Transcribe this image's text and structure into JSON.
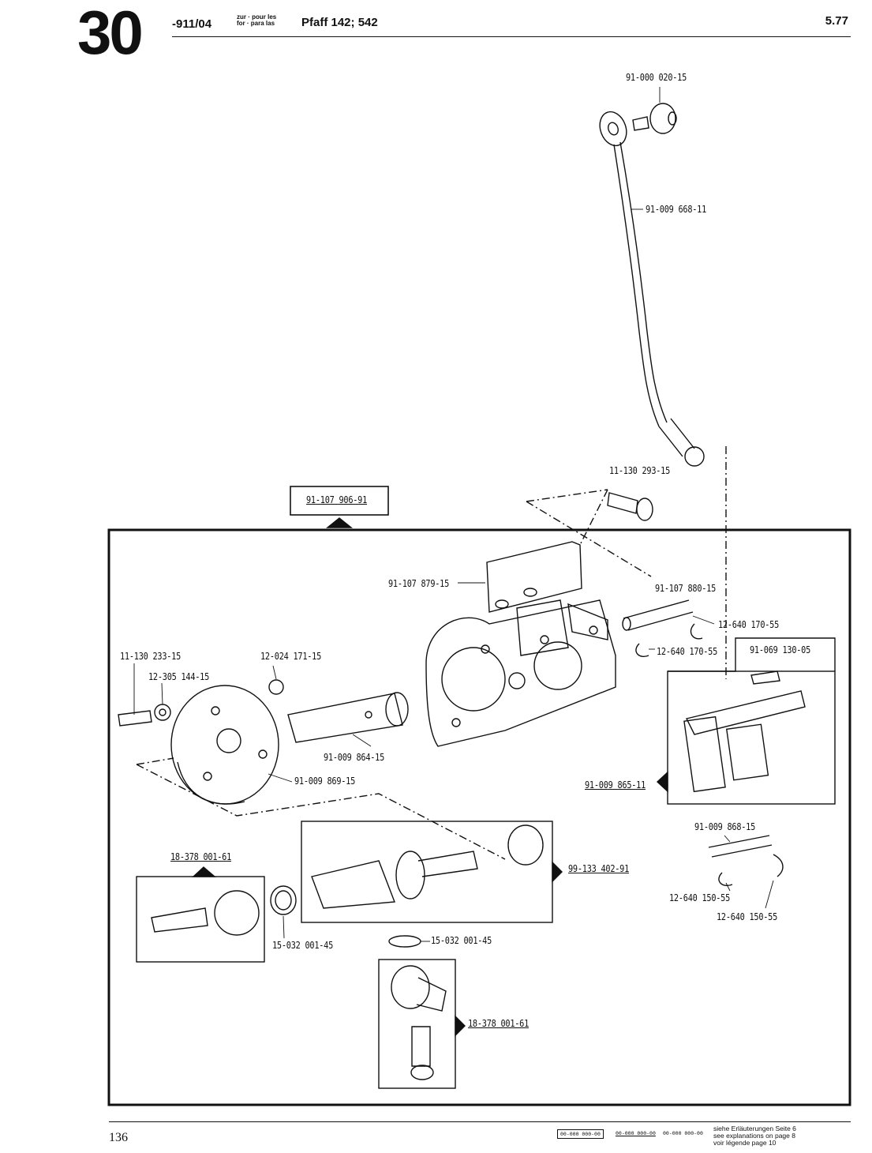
{
  "header": {
    "group": "30",
    "code": "-911/04",
    "prefix_line1": "zur · pour les",
    "prefix_line2": "for · para las",
    "model": "Pfaff 142; 542",
    "date": "5.77"
  },
  "parts": {
    "p1": "91-000 020-15",
    "p2": "91-009 668-11",
    "p3": "11-130 293-15",
    "p4": "91-107 906-91",
    "p5": "91-107 879-15",
    "p6": "91-107 880-15",
    "p7": "12-640 170-55",
    "p8": "12-640 170-55",
    "p9": "91-069 130-05",
    "p10": "11-130 233-15",
    "p11": "12-024 171-15",
    "p12": "12-305 144-15",
    "p13": "91-009 864-15",
    "p14": "91-009 869-15",
    "p15": "91-009 865-11",
    "p16": "91-009 868-15",
    "p17": "18-378 001-61",
    "p18": "99-133 402-91",
    "p19": "12-640 150-55",
    "p20": "12-640 150-55",
    "p21": "15-032 001-45",
    "p22": "15-032 001-45",
    "p23": "18-378 001-61"
  },
  "footer": {
    "page": "136",
    "code1": "00-000 000-00",
    "code2": "00-000 000-00",
    "code3": "00-000 000-00",
    "legend1": "siehe Erläuterungen Seite 6",
    "legend2": "see explanations on page 8",
    "legend3": "voir légende page 10"
  }
}
